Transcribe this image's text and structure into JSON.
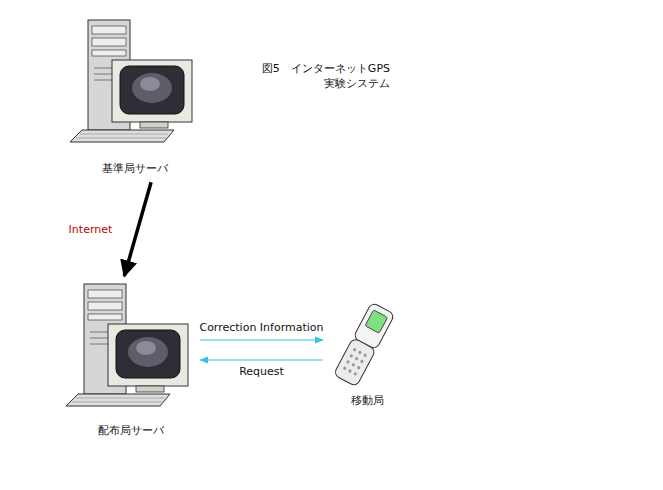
{
  "diagram": {
    "title": "図5　インターネットGPS 実験システム",
    "nodes": [
      {
        "text": [
          "基準局サーバ"
        ]
      },
      {
        "text": [
          "配布局サーバ"
        ]
      },
      {
        "text": [
          "移動局"
        ]
      }
    ],
    "edges": [
      {
        "from": 0,
        "to": 1,
        "arrow": "to",
        "label": "Internet"
      },
      {
        "from": 1,
        "to": 2,
        "arrow": "to",
        "label": "Correction Information"
      },
      {
        "from": 2,
        "to": 1,
        "arrow": "to",
        "label": "Request"
      }
    ]
  }
}
